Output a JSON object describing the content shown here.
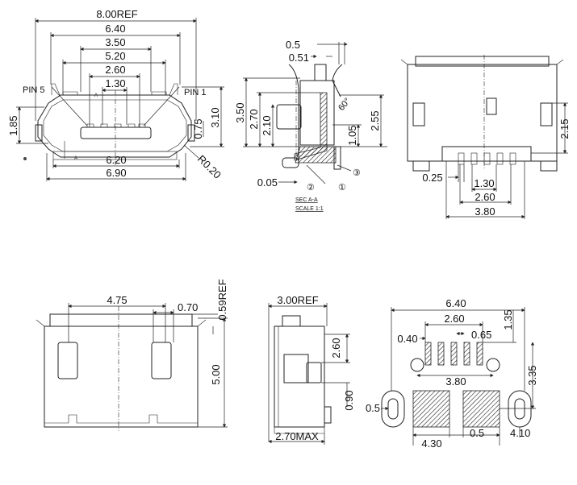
{
  "front_view": {
    "overall": "8.00REF",
    "w640": "6.40",
    "w350": "3.50",
    "w520": "5.20",
    "w260": "2.60",
    "w130": "1.30",
    "pin5": "PIN 5",
    "pin1": "PIN 1",
    "h185": "1.85",
    "h310": "3.10",
    "h075": "0.75",
    "w620": "6.20",
    "w690": "6.90",
    "radius": "R0.20",
    "section_mark": "A"
  },
  "section_view": {
    "d05": "0.5",
    "d051": "0.51",
    "h350": "3.50",
    "h270": "2.70",
    "h210": "2.10",
    "h255": "2.55",
    "h105": "1.05",
    "angle": "60°",
    "d005": "0.05",
    "callouts": [
      "①",
      "②",
      "③"
    ],
    "caption": "SEC  A-A",
    "scale": "SCALE  1:1"
  },
  "top_view": {
    "h215": "2.15",
    "d025": "0.25",
    "w130": "1.30",
    "w260": "2.60",
    "w380": "3.80"
  },
  "bottom_view": {
    "w475": "4.75",
    "w070": "0.70",
    "h059": "0.59REF",
    "h500": "5.00"
  },
  "side_view": {
    "w300": "3.00REF",
    "h260": "2.60",
    "h090": "0.90",
    "w270": "2.70MAX"
  },
  "footprint": {
    "w640": "6.40",
    "h135": "1.35",
    "w260": "2.60",
    "d040": "0.40",
    "d065": "0.65",
    "w380": "3.80",
    "h335": "3.35",
    "d05l": "0.5",
    "w430": "4.30",
    "d05c": "0.5",
    "w410": "4.10"
  }
}
